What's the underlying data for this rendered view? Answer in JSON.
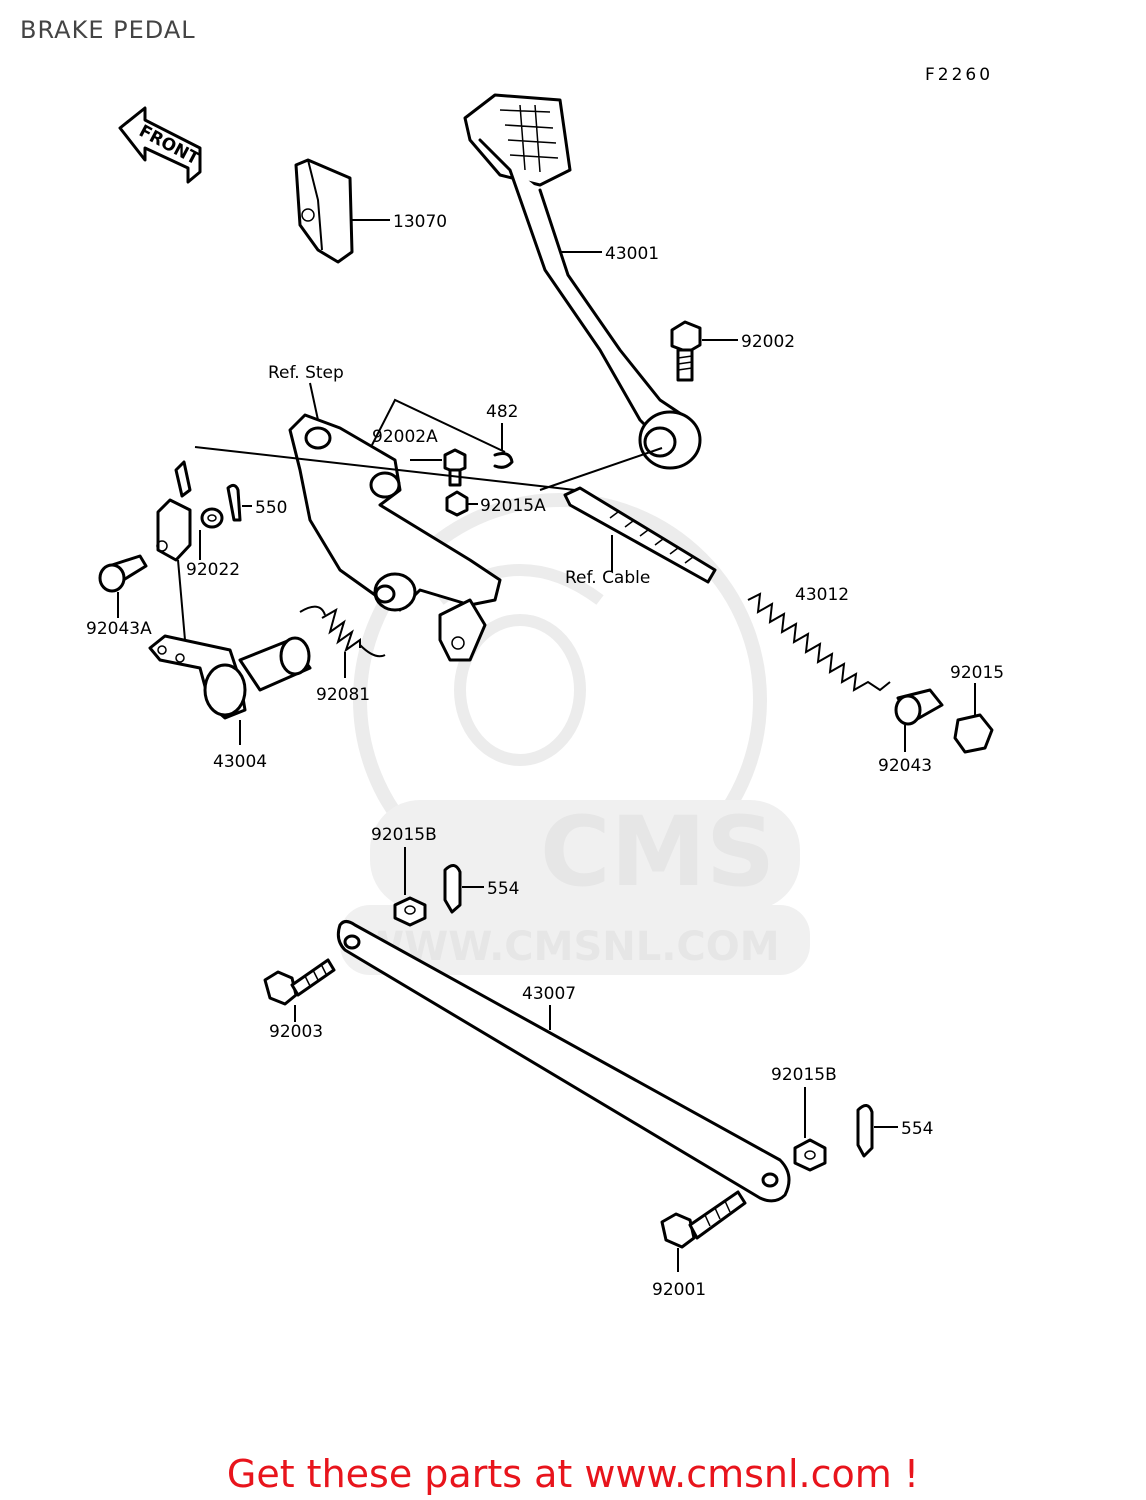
{
  "title": "BRAKE PEDAL",
  "figure_code": "F2260",
  "front_arrow": "FRONT",
  "parts": {
    "p13070": "13070",
    "p43001": "43001",
    "p92002": "92002",
    "p482": "482",
    "ref_step": "Ref. Step",
    "p92002A": "92002A",
    "p550": "550",
    "p92015A": "92015A",
    "p92022": "92022",
    "ref_cable": "Ref. Cable",
    "p43012": "43012",
    "p92043A": "92043A",
    "p92081": "92081",
    "p92015": "92015",
    "p43004": "43004",
    "p92043": "92043",
    "p92015B_top": "92015B",
    "p554_top": "554",
    "p43007": "43007",
    "p92003": "92003",
    "p92015B_bottom": "92015B",
    "p554_bottom": "554",
    "p92001": "92001"
  },
  "watermark": {
    "brand": "CMS",
    "url": "WWW.CMSNL.COM"
  },
  "footer": "Get these parts at www.cmsnl.com !",
  "colors": {
    "footer_text": "#e8141c",
    "watermark": "#e6e6e6",
    "line_art": "#000000"
  }
}
